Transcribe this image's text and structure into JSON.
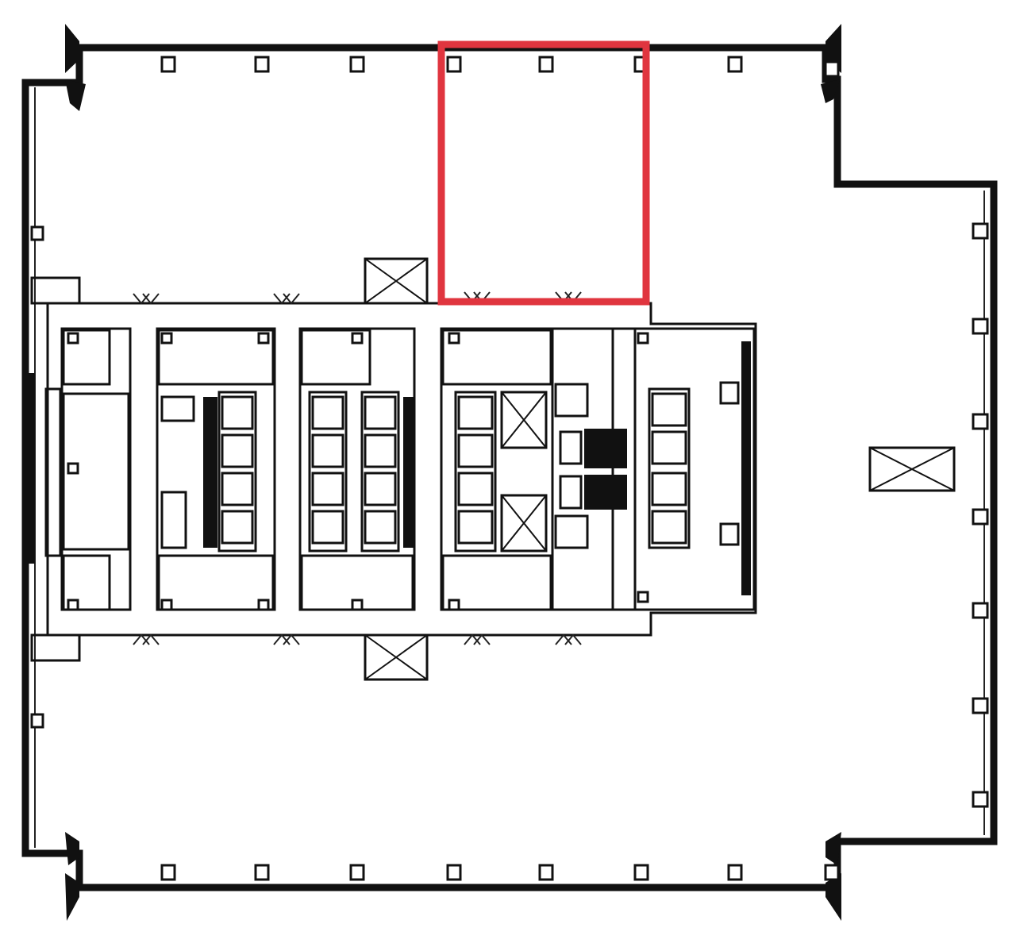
{
  "floor_plan": {
    "highlight_color": "#e0353f",
    "line_color": "#111111",
    "background": "#ffffff",
    "core_blocks": [
      "core-block-1",
      "core-block-2",
      "core-block-3",
      "core-block-4",
      "core-block-5",
      "core-block-6"
    ],
    "shafts": [
      "shaft-top",
      "shaft-bottom",
      "shaft-east"
    ]
  }
}
